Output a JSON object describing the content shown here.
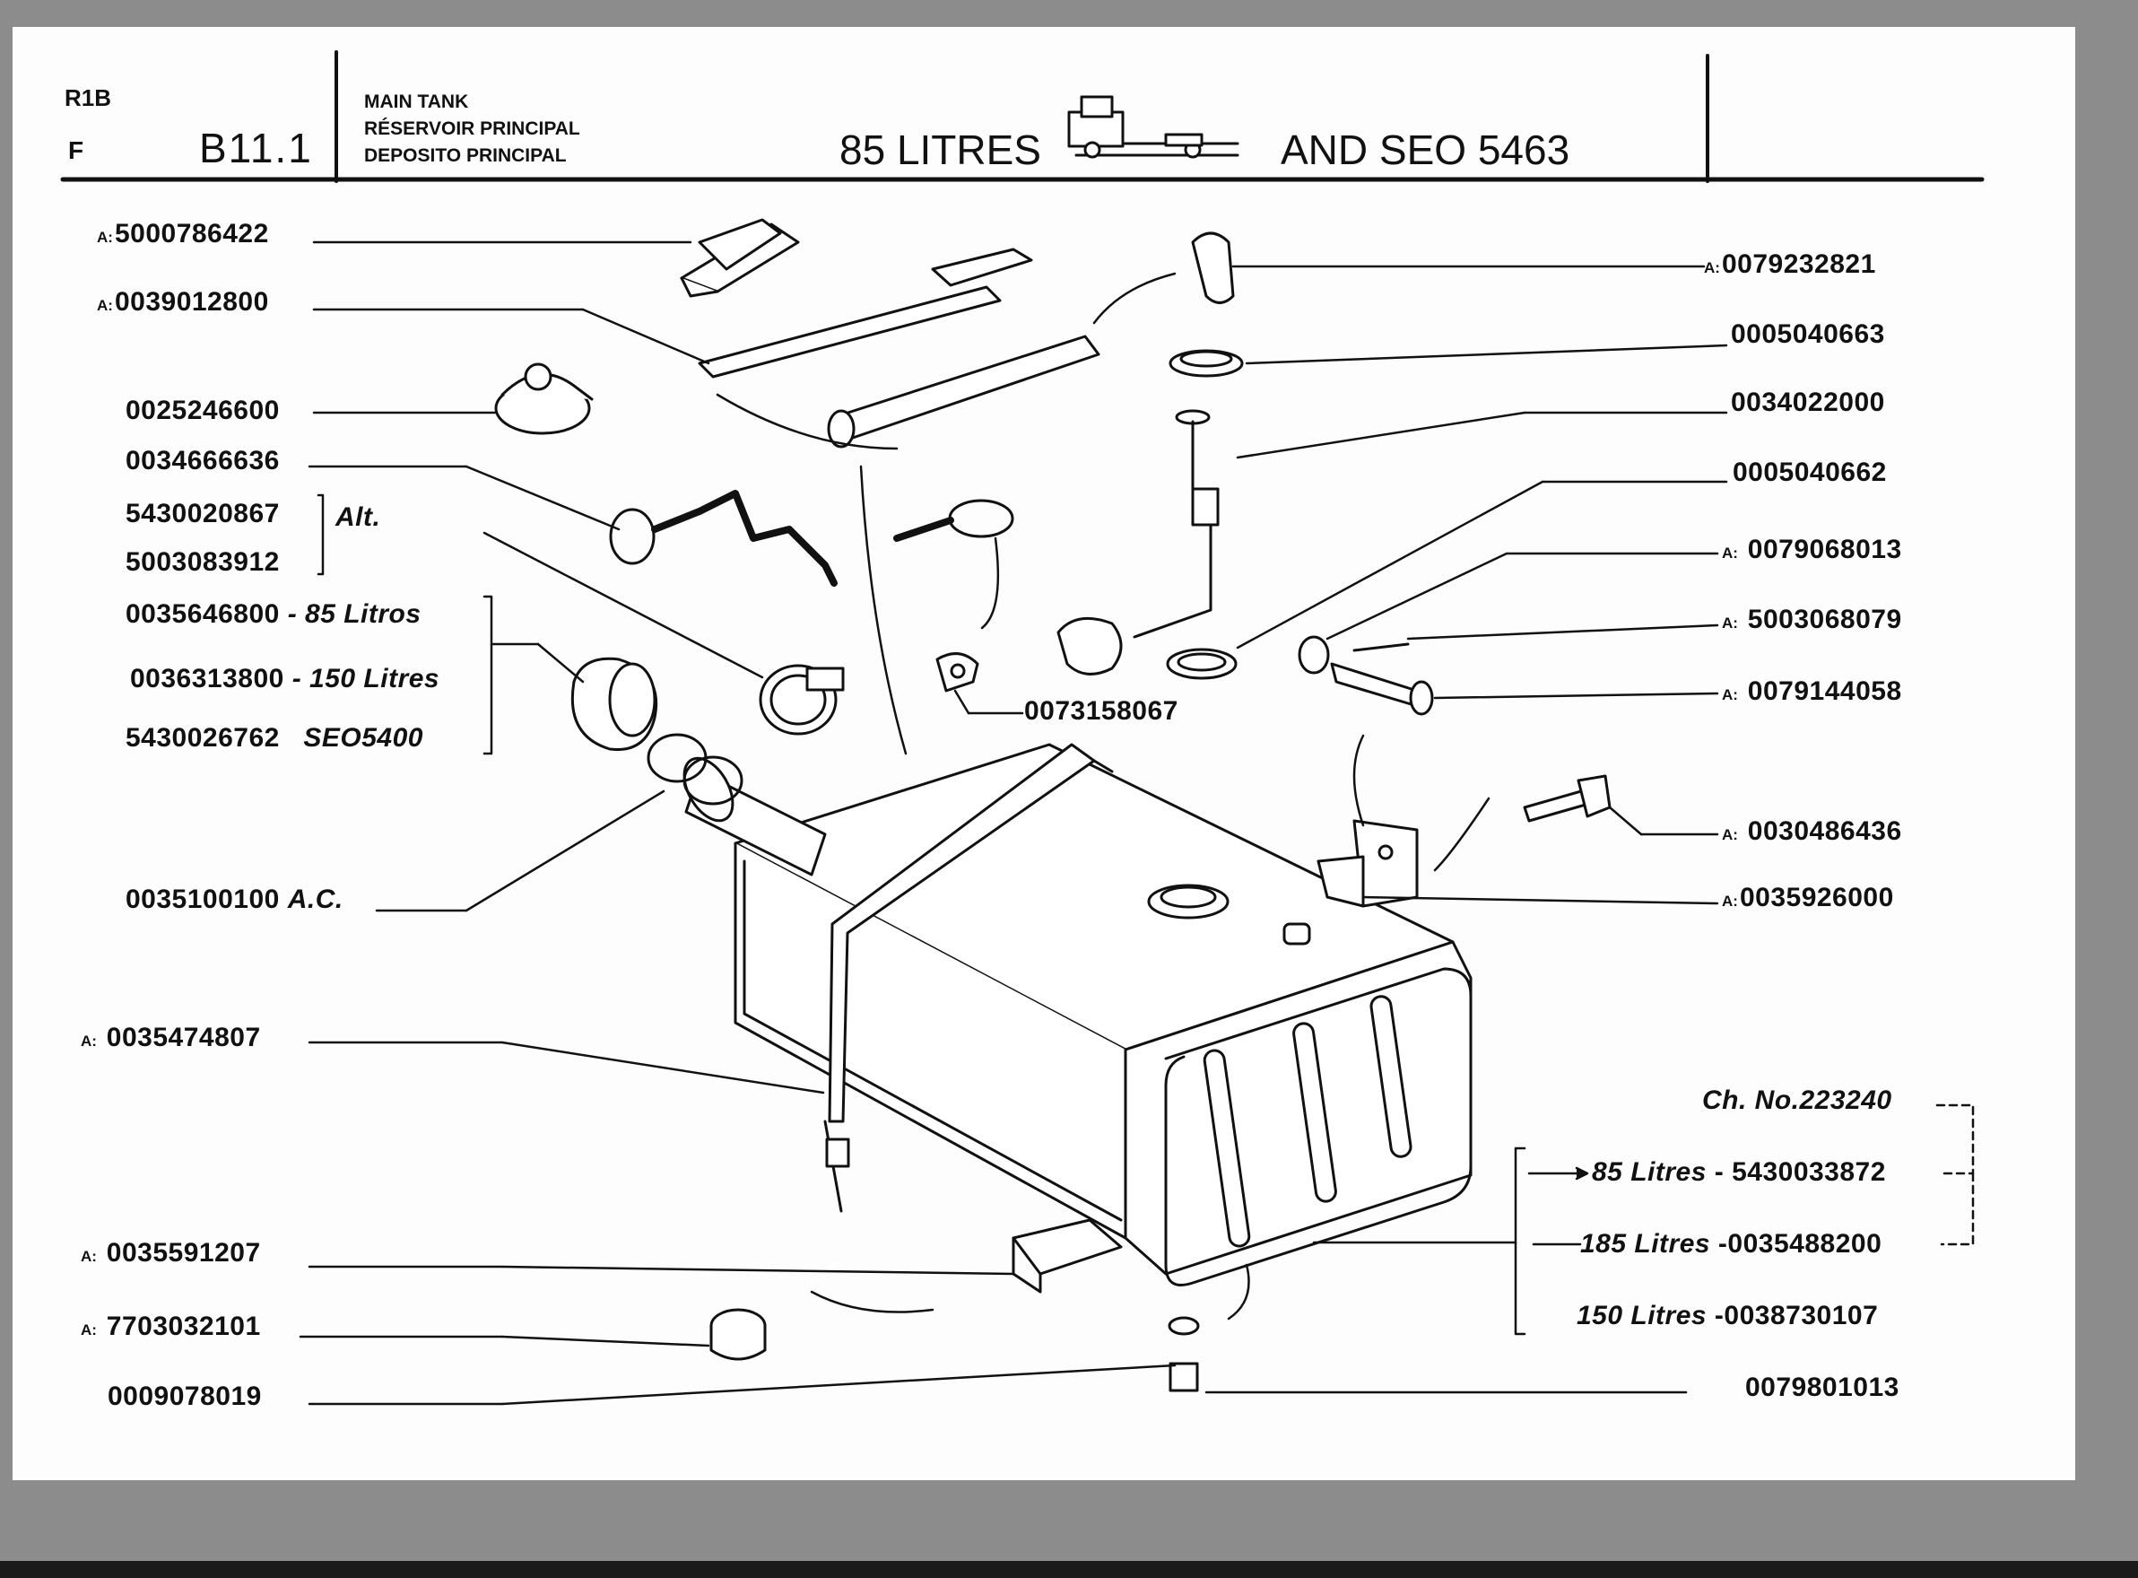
{
  "header": {
    "group": "R1B",
    "version": "F",
    "page_code": "B11.1",
    "section_titles": [
      "MAIN TANK",
      "RÉSERVOIR PRINCIPAL",
      "DEPOSITO PRINCIPAL"
    ],
    "capacity": "85 LITRES",
    "option": "AND SEO 5463"
  },
  "callouts_left": [
    {
      "prefix": "A:",
      "number": "5000786422",
      "note": ""
    },
    {
      "prefix": "A:",
      "number": "0039012800",
      "note": ""
    },
    {
      "prefix": "",
      "number": "0025246600",
      "note": ""
    },
    {
      "prefix": "",
      "number": "0034666636",
      "note": ""
    },
    {
      "prefix": "",
      "number": "5430020867",
      "note": ""
    },
    {
      "prefix": "",
      "number": "5003083912",
      "note": ""
    },
    {
      "prefix": "",
      "number": "0035646800",
      "note": "- 85 Litros"
    },
    {
      "prefix": "",
      "number": "0036313800",
      "note": "- 150 Litres"
    },
    {
      "prefix": "",
      "number": "5430026762",
      "note": "SEO5400"
    },
    {
      "prefix": "",
      "number": "0035100100",
      "note": "A.C."
    },
    {
      "prefix": "A:",
      "number": "0035474807",
      "note": ""
    },
    {
      "prefix": "A:",
      "number": "0035591207",
      "note": ""
    },
    {
      "prefix": "A:",
      "number": "7703032101",
      "note": ""
    },
    {
      "prefix": "",
      "number": "0009078019",
      "note": ""
    }
  ],
  "alt_label": "Alt.",
  "callouts_right": [
    {
      "prefix": "A:",
      "number": "0079232821"
    },
    {
      "prefix": "",
      "number": "0005040663"
    },
    {
      "prefix": "",
      "number": "0034022000"
    },
    {
      "prefix": "",
      "number": "0005040662"
    },
    {
      "prefix": "A:",
      "number": "0079068013"
    },
    {
      "prefix": "A:",
      "number": "5003068079"
    },
    {
      "prefix": "A:",
      "number": "0079144058"
    },
    {
      "prefix": "A:",
      "number": "0030486436"
    },
    {
      "prefix": "A:",
      "number": "0035926000"
    },
    {
      "prefix": "",
      "number": "0079801013"
    }
  ],
  "callout_center": {
    "prefix": "",
    "number": "0073158067"
  },
  "tank_variants": {
    "chassis": "Ch. No.223240",
    "rows": [
      {
        "capacity": "85 Litres",
        "number": "5430033872"
      },
      {
        "capacity": "185 Litres",
        "number": "0035488200"
      },
      {
        "capacity": "150 Litres",
        "number": "0038730107"
      }
    ]
  },
  "colors": {
    "ink": "#111111",
    "paper": "#fdfdfd",
    "scan_border": "#8a8a8a"
  }
}
